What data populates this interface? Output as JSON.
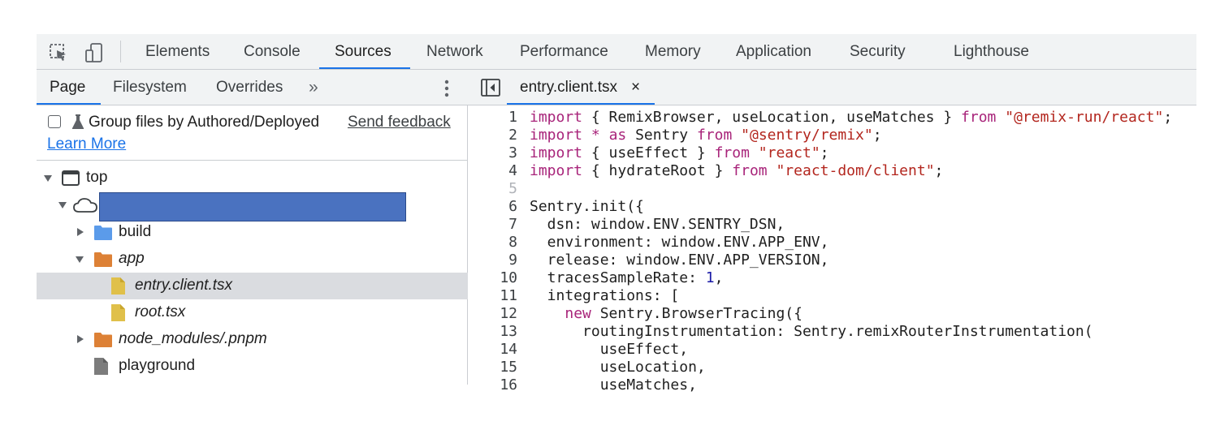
{
  "colors": {
    "accent": "#1a73e8",
    "folder_blue": "#5b9bea",
    "folder_orange": "#dd8136",
    "file_yellow": "#e0c04a",
    "file_gray": "#7c7c7c",
    "keyword": "#a8247a",
    "string": "#b3261e",
    "number": "#1a1aa6"
  },
  "toolbar": {
    "icons": [
      "element-picker-icon",
      "device-toggle-icon"
    ],
    "tabs": [
      {
        "label": "Elements"
      },
      {
        "label": "Console"
      },
      {
        "label": "Sources",
        "active": true
      },
      {
        "label": "Network"
      },
      {
        "label": "Performance"
      },
      {
        "label": "Memory"
      },
      {
        "label": "Application"
      },
      {
        "label": "Security"
      },
      {
        "label": "Lighthouse"
      }
    ]
  },
  "navigator": {
    "tabs": [
      {
        "label": "Page",
        "active": true
      },
      {
        "label": "Filesystem"
      },
      {
        "label": "Overrides"
      }
    ],
    "more_tabs": "»",
    "group_files_label": "Group files by Authored/Deployed",
    "group_files_checked": false,
    "send_feedback": "Send feedback",
    "learn_more": "Learn More",
    "tree": [
      {
        "label": "top",
        "type": "frame",
        "expanded": true
      },
      {
        "label": "",
        "type": "domain",
        "expanded": true,
        "redacted": true
      },
      {
        "label": "build",
        "type": "folder-blue",
        "expanded": false
      },
      {
        "label": "app",
        "type": "folder-orange",
        "expanded": true,
        "italic": true
      },
      {
        "label": "entry.client.tsx",
        "type": "file-yellow",
        "italic": true,
        "selected": true
      },
      {
        "label": "root.tsx",
        "type": "file-yellow",
        "italic": true
      },
      {
        "label": "node_modules/.pnpm",
        "type": "folder-orange",
        "expanded": false,
        "italic": true
      },
      {
        "label": "playground",
        "type": "file-gray"
      }
    ]
  },
  "editor": {
    "open_file": "entry.client.tsx",
    "close_glyph": "×",
    "lines": [
      {
        "n": "1",
        "tokens": [
          [
            "kw",
            "import"
          ],
          [
            "p",
            " { RemixBrowser, useLocation, useMatches } "
          ],
          [
            "kw",
            "from"
          ],
          [
            "p",
            " "
          ],
          [
            "str",
            "\"@remix-run/react\""
          ],
          [
            "p",
            ";"
          ]
        ]
      },
      {
        "n": "2",
        "tokens": [
          [
            "kw",
            "import"
          ],
          [
            "p",
            " "
          ],
          [
            "kw",
            "*"
          ],
          [
            "p",
            " "
          ],
          [
            "kw",
            "as"
          ],
          [
            "p",
            " Sentry "
          ],
          [
            "kw",
            "from"
          ],
          [
            "p",
            " "
          ],
          [
            "str",
            "\"@sentry/remix\""
          ],
          [
            "p",
            ";"
          ]
        ]
      },
      {
        "n": "3",
        "tokens": [
          [
            "kw",
            "import"
          ],
          [
            "p",
            " { useEffect } "
          ],
          [
            "kw",
            "from"
          ],
          [
            "p",
            " "
          ],
          [
            "str",
            "\"react\""
          ],
          [
            "p",
            ";"
          ]
        ]
      },
      {
        "n": "4",
        "tokens": [
          [
            "kw",
            "import"
          ],
          [
            "p",
            " { hydrateRoot } "
          ],
          [
            "kw",
            "from"
          ],
          [
            "p",
            " "
          ],
          [
            "str",
            "\"react-dom/client\""
          ],
          [
            "p",
            ";"
          ]
        ]
      },
      {
        "n": "5",
        "tokens": [],
        "dim": true
      },
      {
        "n": "6",
        "tokens": [
          [
            "p",
            "Sentry.init({"
          ]
        ]
      },
      {
        "n": "7",
        "tokens": [
          [
            "p",
            "  dsn: window.ENV.SENTRY_DSN,"
          ]
        ]
      },
      {
        "n": "8",
        "tokens": [
          [
            "p",
            "  environment: window.ENV.APP_ENV,"
          ]
        ]
      },
      {
        "n": "9",
        "tokens": [
          [
            "p",
            "  release: window.ENV.APP_VERSION,"
          ]
        ]
      },
      {
        "n": "10",
        "tokens": [
          [
            "p",
            "  tracesSampleRate: "
          ],
          [
            "num",
            "1"
          ],
          [
            "p",
            ","
          ]
        ]
      },
      {
        "n": "11",
        "tokens": [
          [
            "p",
            "  integrations: ["
          ]
        ]
      },
      {
        "n": "12",
        "tokens": [
          [
            "p",
            "    "
          ],
          [
            "kw",
            "new"
          ],
          [
            "p",
            " Sentry.BrowserTracing({"
          ]
        ]
      },
      {
        "n": "13",
        "tokens": [
          [
            "p",
            "      routingInstrumentation: Sentry.remixRouterInstrumentation("
          ]
        ]
      },
      {
        "n": "14",
        "tokens": [
          [
            "p",
            "        useEffect,"
          ]
        ]
      },
      {
        "n": "15",
        "tokens": [
          [
            "p",
            "        useLocation,"
          ]
        ]
      },
      {
        "n": "16",
        "tokens": [
          [
            "p",
            "        useMatches,"
          ]
        ]
      }
    ]
  }
}
